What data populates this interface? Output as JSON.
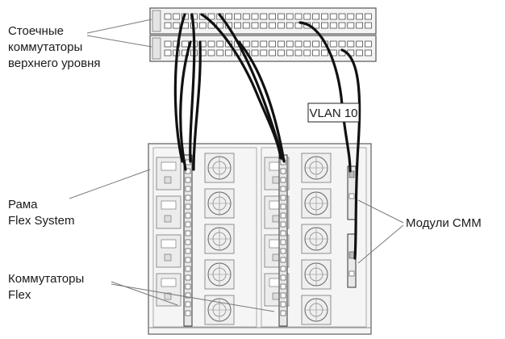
{
  "labels": {
    "top_switches": [
      "Стоечные",
      "коммутаторы",
      "верхнего уровня"
    ],
    "flex_chassis": [
      "Рама",
      "Flex System"
    ],
    "flex_switches": [
      "Коммутаторы",
      "Flex"
    ],
    "cmm_modules": "Модули CMM",
    "vlan": "VLAN 10"
  },
  "colors": {
    "cable": "#111111",
    "chassis_stroke": "#6a6a6a",
    "chassis_fill": "#f2f2f2",
    "leader": "#7a7a7a"
  }
}
